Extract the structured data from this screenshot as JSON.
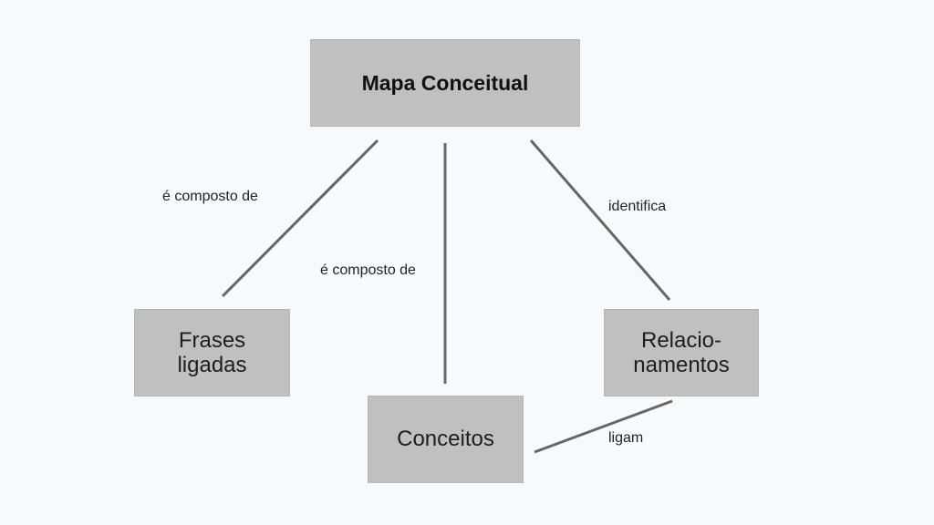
{
  "nodes": {
    "root": "Mapa Conceitual",
    "frases": "Frases\nligadas",
    "conceitos": "Conceitos",
    "relacionamentos": "Relacio-\nnamentos"
  },
  "edges": {
    "root_frases": "é composto de",
    "root_conceitos": "é composto de",
    "root_relacionamentos": "identifica",
    "relacionamentos_conceitos": "ligam"
  },
  "colors": {
    "background": "#f7fafc",
    "node_fill": "#c0c0c0",
    "connector": "#666666"
  }
}
